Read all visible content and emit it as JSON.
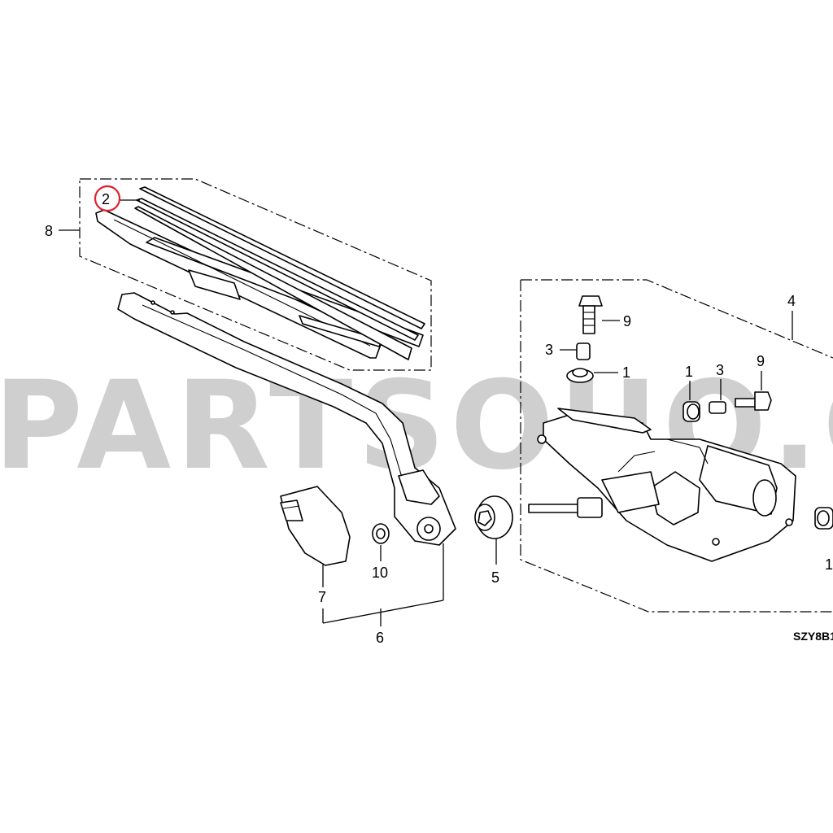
{
  "watermark": "PARTSOUQ.CO",
  "diagram_code": "SZY8B1",
  "highlight_color": "#e0202a",
  "labels": {
    "n1_a": "1",
    "n1_b": "1",
    "n1_c": "1",
    "n2": "2",
    "n3_a": "3",
    "n3_b": "3",
    "n4": "4",
    "n5": "5",
    "n6": "6",
    "n7": "7",
    "n8": "8",
    "n9_a": "9",
    "n9_b": "9",
    "n10": "10"
  }
}
